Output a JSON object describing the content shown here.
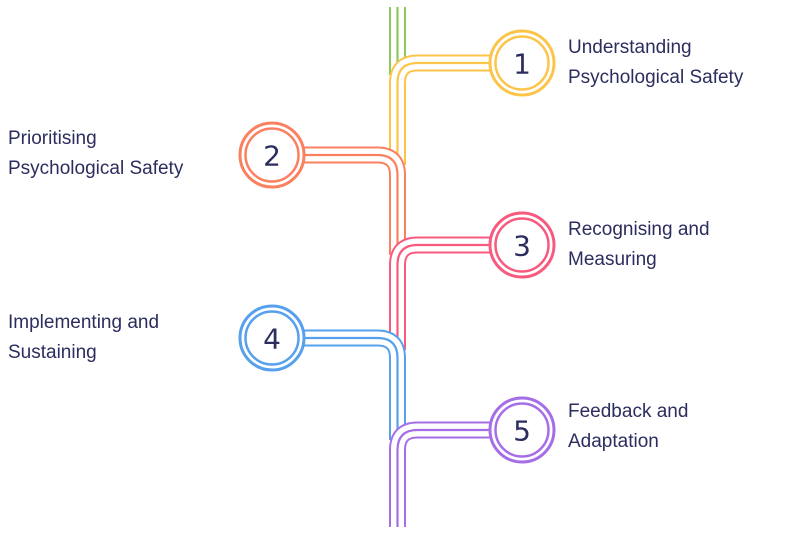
{
  "colors": {
    "text": "#2b2d5e",
    "trunk": "#8cc85a",
    "step1": "#fcc549",
    "step2": "#fa8060",
    "step3": "#f75a7e",
    "step4": "#56a0ee",
    "step5": "#a66ee6"
  },
  "steps": [
    {
      "number": "1",
      "line1": "Understanding",
      "line2": "Psychological Safety",
      "side": "right"
    },
    {
      "number": "2",
      "line1": "Prioritising",
      "line2": "Psychological Safety",
      "side": "left"
    },
    {
      "number": "3",
      "line1": "Recognising and",
      "line2": "Measuring",
      "side": "right"
    },
    {
      "number": "4",
      "line1": "Implementing and",
      "line2": "Sustaining",
      "side": "left"
    },
    {
      "number": "5",
      "line1": "Feedback and",
      "line2": "Adaptation",
      "side": "right"
    }
  ]
}
